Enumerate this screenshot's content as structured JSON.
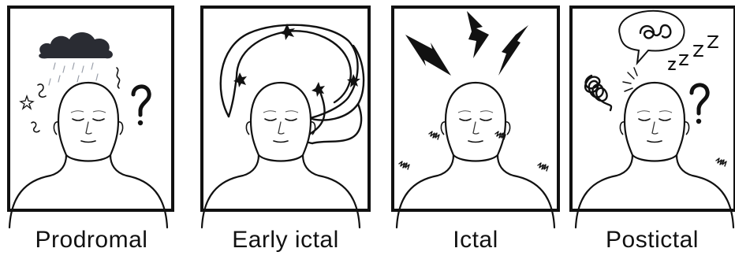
{
  "panels": [
    {
      "label": "Prodromal",
      "icons": [
        "storm-cloud-icon",
        "rain-icon",
        "squiggle-icon",
        "sparkle-icon",
        "question-mark-icon"
      ]
    },
    {
      "label": "Early ictal",
      "icons": [
        "wavy-lines-icon",
        "star-burst-icon"
      ]
    },
    {
      "label": "Ictal",
      "icons": [
        "lightning-bolt-icon",
        "trembling-marks-icon"
      ]
    },
    {
      "label": "Postictal",
      "icons": [
        "thought-bubble-icon",
        "zzz-icon",
        "spiral-scribble-icon",
        "question-mark-icon",
        "trembling-marks-icon"
      ]
    }
  ],
  "colors": {
    "frame": "#111111",
    "cloud": "#2a2c33",
    "rain": "#9aa0aa",
    "stroke": "#111111",
    "background": "#ffffff"
  }
}
